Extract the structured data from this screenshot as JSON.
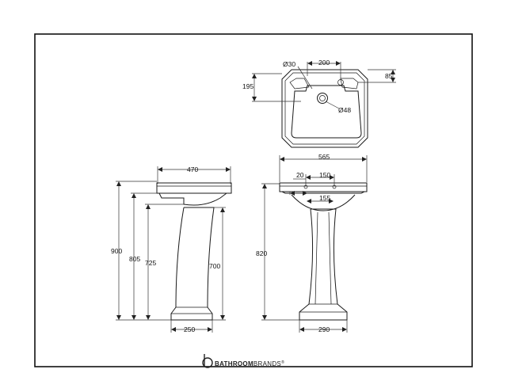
{
  "brand": {
    "bold": "BATHROOM",
    "regular": "BRANDS",
    "mark": "®",
    "logo_icon": "b-logo-icon"
  },
  "dimensions": {
    "top_view": {
      "tap_hole": "Ø30",
      "tap_centers": "200",
      "depth": "195",
      "edge_offset": "85",
      "waste_hole": "Ø48"
    },
    "side_view": {
      "width": "470",
      "overall_height": "900",
      "height_805": "805",
      "height_725": "725",
      "pedestal_height": "700",
      "pedestal_base": "250"
    },
    "front_view": {
      "width": "565",
      "rim": "20",
      "tap_spacing": "150",
      "waste_spacing": "155",
      "height": "820",
      "pedestal_base": "290"
    }
  },
  "colors": {
    "line": "#1a1a1a",
    "background": "#ffffff"
  }
}
